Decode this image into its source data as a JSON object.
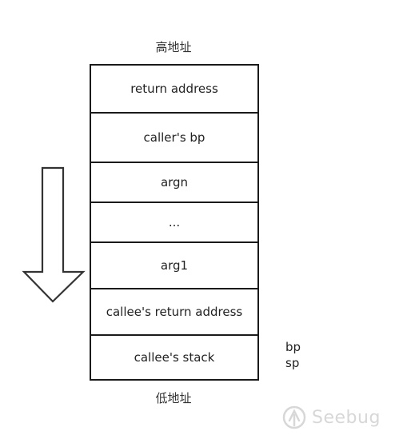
{
  "diagram": {
    "top_label": "高地址",
    "bottom_label": "低地址",
    "cells": [
      {
        "label": "return address"
      },
      {
        "label": "caller's bp"
      },
      {
        "label": "argn"
      },
      {
        "label": "..."
      },
      {
        "label": "arg1"
      },
      {
        "label": "callee's return address"
      },
      {
        "label": "callee's stack"
      }
    ],
    "side_labels": {
      "bp": "bp",
      "sp": "sp"
    },
    "arrow_direction": "down"
  },
  "watermark": {
    "text": "Seebug",
    "icon": "seebug-logo-icon"
  }
}
